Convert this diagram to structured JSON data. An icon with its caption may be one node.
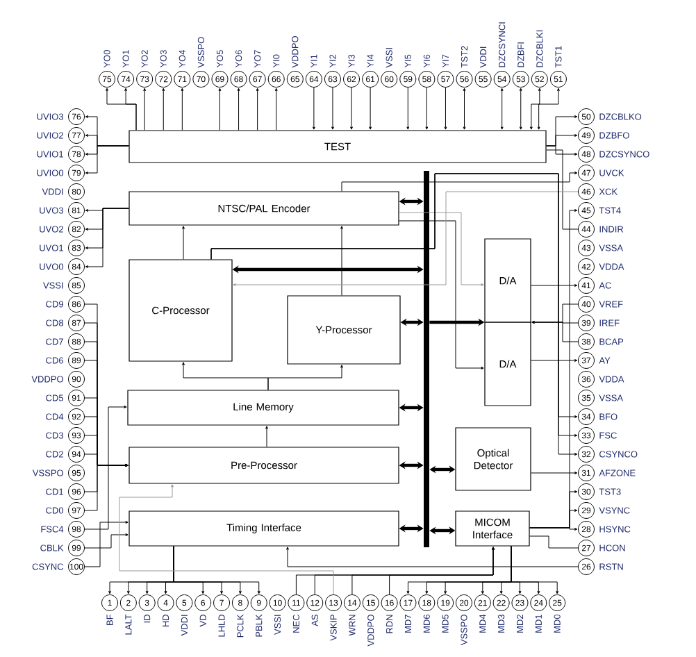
{
  "diagram": {
    "nodes": [
      {
        "text": [
          "TEST"
        ]
      },
      {
        "text": [
          "NTSC/PAL Encoder"
        ]
      },
      {
        "text": [
          "C-Processor"
        ]
      },
      {
        "text": [
          "Y-Processor"
        ]
      },
      {
        "text": [
          "Line Memory"
        ]
      },
      {
        "text": [
          "Pre-Processor"
        ]
      },
      {
        "text": [
          "Timing Interface"
        ]
      },
      {
        "text": [
          "D/A"
        ]
      },
      {
        "text": [
          "D/A"
        ]
      },
      {
        "text": [
          "Optical Detector"
        ]
      },
      {
        "text": [
          "MICOM Interface"
        ]
      },
      {
        "text": [],
        "shape": "bar"
      },
      {
        "text": [
          "1"
        ],
        "beside": [
          "BF"
        ]
      },
      {
        "text": [
          "2"
        ],
        "beside": [
          "LALT"
        ]
      },
      {
        "text": [
          "3"
        ],
        "beside": [
          "ID"
        ]
      },
      {
        "text": [
          "4"
        ],
        "beside": [
          "HD"
        ]
      },
      {
        "text": [
          "5"
        ],
        "beside": [
          "VDDI"
        ]
      },
      {
        "text": [
          "6"
        ],
        "beside": [
          "VD"
        ]
      },
      {
        "text": [
          "7"
        ],
        "beside": [
          "LHLD"
        ]
      },
      {
        "text": [
          "8"
        ],
        "beside": [
          "PCLK"
        ]
      },
      {
        "text": [
          "9"
        ],
        "beside": [
          "PBLK"
        ]
      },
      {
        "text": [
          "10"
        ],
        "beside": [
          "VSSI"
        ]
      },
      {
        "text": [
          "11"
        ],
        "beside": [
          "NEC"
        ]
      },
      {
        "text": [
          "12"
        ],
        "beside": [
          "AS"
        ]
      },
      {
        "text": [
          "13"
        ],
        "beside": [
          "VSKIP"
        ]
      },
      {
        "text": [
          "14"
        ],
        "beside": [
          "WRN"
        ]
      },
      {
        "text": [
          "15"
        ],
        "beside": [
          "VDDPO"
        ]
      },
      {
        "text": [
          "16"
        ],
        "beside": [
          "RDN"
        ]
      },
      {
        "text": [
          "17"
        ],
        "beside": [
          "MD7"
        ]
      },
      {
        "text": [
          "18"
        ],
        "beside": [
          "MD6"
        ]
      },
      {
        "text": [
          "19"
        ],
        "beside": [
          "MD5"
        ]
      },
      {
        "text": [
          "20"
        ],
        "beside": [
          "VSSPO"
        ]
      },
      {
        "text": [
          "21"
        ],
        "beside": [
          "MD4"
        ]
      },
      {
        "text": [
          "22"
        ],
        "beside": [
          "MD3"
        ]
      },
      {
        "text": [
          "23"
        ],
        "beside": [
          "MD2"
        ]
      },
      {
        "text": [
          "24"
        ],
        "beside": [
          "MD1"
        ]
      },
      {
        "text": [
          "25"
        ],
        "beside": [
          "MD0"
        ]
      },
      {
        "text": [
          "26"
        ],
        "beside": [
          "RSTN"
        ]
      },
      {
        "text": [
          "27"
        ],
        "beside": [
          "HCON"
        ]
      },
      {
        "text": [
          "28"
        ],
        "beside": [
          "HSYNC"
        ]
      },
      {
        "text": [
          "29"
        ],
        "beside": [
          "VSYNC"
        ]
      },
      {
        "text": [
          "30"
        ],
        "beside": [
          "TST3"
        ]
      },
      {
        "text": [
          "31"
        ],
        "beside": [
          "AFZONE"
        ]
      },
      {
        "text": [
          "32"
        ],
        "beside": [
          "CSYNCO"
        ]
      },
      {
        "text": [
          "33"
        ],
        "beside": [
          "FSC"
        ]
      },
      {
        "text": [
          "34"
        ],
        "beside": [
          "BFO"
        ]
      },
      {
        "text": [
          "35"
        ],
        "beside": [
          "VSSA"
        ]
      },
      {
        "text": [
          "36"
        ],
        "beside": [
          "VDDA"
        ]
      },
      {
        "text": [
          "37"
        ],
        "beside": [
          "AY"
        ]
      },
      {
        "text": [
          "38"
        ],
        "beside": [
          "BCAP"
        ]
      },
      {
        "text": [
          "39"
        ],
        "beside": [
          "IREF"
        ]
      },
      {
        "text": [
          "40"
        ],
        "beside": [
          "VREF"
        ]
      },
      {
        "text": [
          "41"
        ],
        "beside": [
          "AC"
        ]
      },
      {
        "text": [
          "42"
        ],
        "beside": [
          "VDDA"
        ]
      },
      {
        "text": [
          "43"
        ],
        "beside": [
          "VSSA"
        ]
      },
      {
        "text": [
          "44"
        ],
        "beside": [
          "INDIR"
        ]
      },
      {
        "text": [
          "45"
        ],
        "beside": [
          "TST4"
        ]
      },
      {
        "text": [
          "46"
        ],
        "beside": [
          "XCK"
        ]
      },
      {
        "text": [
          "47"
        ],
        "beside": [
          "UVCK"
        ]
      },
      {
        "text": [
          "48"
        ],
        "beside": [
          "DZCSYNCO"
        ]
      },
      {
        "text": [
          "49"
        ],
        "beside": [
          "DZBFO"
        ]
      },
      {
        "text": [
          "50"
        ],
        "beside": [
          "DZCBLKO"
        ]
      },
      {
        "text": [
          "51"
        ],
        "beside": [
          "TST1"
        ]
      },
      {
        "text": [
          "52"
        ],
        "beside": [
          "DZCBLKI"
        ]
      },
      {
        "text": [
          "53"
        ],
        "beside": [
          "DZBFI"
        ]
      },
      {
        "text": [
          "54"
        ],
        "beside": [
          "DZCSYNCI"
        ]
      },
      {
        "text": [
          "55"
        ],
        "beside": [
          "VDDI"
        ]
      },
      {
        "text": [
          "56"
        ],
        "beside": [
          "TST2"
        ]
      },
      {
        "text": [
          "57"
        ],
        "beside": [
          "YI7"
        ]
      },
      {
        "text": [
          "58"
        ],
        "beside": [
          "YI6"
        ]
      },
      {
        "text": [
          "59"
        ],
        "beside": [
          "YI5"
        ]
      },
      {
        "text": [
          "60"
        ],
        "beside": [
          "VSSI"
        ]
      },
      {
        "text": [
          "61"
        ],
        "beside": [
          "YI4"
        ]
      },
      {
        "text": [
          "62"
        ],
        "beside": [
          "YI3"
        ]
      },
      {
        "text": [
          "63"
        ],
        "beside": [
          "YI2"
        ]
      },
      {
        "text": [
          "64"
        ],
        "beside": [
          "YI1"
        ]
      },
      {
        "text": [
          "65"
        ],
        "beside": [
          "VDDPO"
        ]
      },
      {
        "text": [
          "66"
        ],
        "beside": [
          "YI0"
        ]
      },
      {
        "text": [
          "67"
        ],
        "beside": [
          "YO7"
        ]
      },
      {
        "text": [
          "68"
        ],
        "beside": [
          "YO6"
        ]
      },
      {
        "text": [
          "69"
        ],
        "beside": [
          "YO5"
        ]
      },
      {
        "text": [
          "70"
        ],
        "beside": [
          "VSSPO"
        ]
      },
      {
        "text": [
          "71"
        ],
        "beside": [
          "YO4"
        ]
      },
      {
        "text": [
          "72"
        ],
        "beside": [
          "YO3"
        ]
      },
      {
        "text": [
          "73"
        ],
        "beside": [
          "YO2"
        ]
      },
      {
        "text": [
          "74"
        ],
        "beside": [
          "YO1"
        ]
      },
      {
        "text": [
          "75"
        ],
        "beside": [
          "YO0"
        ]
      },
      {
        "text": [
          "76"
        ],
        "beside": [
          "UVIO3"
        ]
      },
      {
        "text": [
          "77"
        ],
        "beside": [
          "UVIO2"
        ]
      },
      {
        "text": [
          "78"
        ],
        "beside": [
          "UVIO1"
        ]
      },
      {
        "text": [
          "79"
        ],
        "beside": [
          "UVIO0"
        ]
      },
      {
        "text": [
          "80"
        ],
        "beside": [
          "VDDI"
        ]
      },
      {
        "text": [
          "81"
        ],
        "beside": [
          "UVO3"
        ]
      },
      {
        "text": [
          "82"
        ],
        "beside": [
          "UVO2"
        ]
      },
      {
        "text": [
          "83"
        ],
        "beside": [
          "UVO1"
        ]
      },
      {
        "text": [
          "84"
        ],
        "beside": [
          "UVO0"
        ]
      },
      {
        "text": [
          "85"
        ],
        "beside": [
          "VSSI"
        ]
      },
      {
        "text": [
          "86"
        ],
        "beside": [
          "CD9"
        ]
      },
      {
        "text": [
          "87"
        ],
        "beside": [
          "CD8"
        ]
      },
      {
        "text": [
          "88"
        ],
        "beside": [
          "CD7"
        ]
      },
      {
        "text": [
          "89"
        ],
        "beside": [
          "CD6"
        ]
      },
      {
        "text": [
          "90"
        ],
        "beside": [
          "VDDPO"
        ]
      },
      {
        "text": [
          "91"
        ],
        "beside": [
          "CD5"
        ]
      },
      {
        "text": [
          "92"
        ],
        "beside": [
          "CD4"
        ]
      },
      {
        "text": [
          "93"
        ],
        "beside": [
          "CD3"
        ]
      },
      {
        "text": [
          "94"
        ],
        "beside": [
          "CD2"
        ]
      },
      {
        "text": [
          "95"
        ],
        "beside": [
          "VSSPO"
        ]
      },
      {
        "text": [
          "96"
        ],
        "beside": [
          "CD1"
        ]
      },
      {
        "text": [
          "97"
        ],
        "beside": [
          "CD0"
        ]
      },
      {
        "text": [
          "98"
        ],
        "beside": [
          "FSC4"
        ]
      },
      {
        "text": [
          "99"
        ],
        "beside": [
          "CBLK"
        ]
      },
      {
        "text": [
          "100"
        ],
        "beside": [
          "CSYNC"
        ]
      }
    ],
    "edges": [
      {
        "from": 1,
        "to": 11,
        "arrow": "both",
        "style": "thick"
      },
      {
        "from": 2,
        "to": 11,
        "arrow": "both",
        "style": "thick"
      },
      {
        "from": 3,
        "to": 11,
        "arrow": "both",
        "style": "thick"
      },
      {
        "from": 11,
        "to": 7,
        "arrow": "to",
        "style": "thick"
      },
      {
        "from": 4,
        "to": 11,
        "arrow": "both",
        "style": "thick"
      },
      {
        "from": 5,
        "to": 11,
        "arrow": "both",
        "style": "thick"
      },
      {
        "from": 6,
        "to": 11,
        "arrow": "both",
        "style": "thick"
      },
      {
        "from": 11,
        "to": 9,
        "arrow": "both",
        "style": "thick"
      },
      {
        "from": 11,
        "to": 10,
        "arrow": "both",
        "style": "thick"
      },
      {
        "from": 2,
        "to": 1,
        "arrow": "to"
      },
      {
        "from": 3,
        "to": 1,
        "arrow": "to"
      },
      {
        "from": 4,
        "to": 2,
        "arrow": "to"
      },
      {
        "from": 4,
        "to": 3,
        "arrow": "to"
      },
      {
        "from": 5,
        "to": 4,
        "arrow": "to"
      },
      {
        "from": 1,
        "to": 7,
        "arrow": "to",
        "color": "#999999"
      },
      {
        "from": 1,
        "to": 8,
        "arrow": "to"
      },
      {
        "from": 7,
        "to": 52,
        "arrow": "to"
      },
      {
        "from": 8,
        "to": 48,
        "arrow": "to"
      },
      {
        "from": 9,
        "to": 42,
        "arrow": "to"
      },
      {
        "from": 51,
        "to": 7,
        "arrow": "to"
      },
      {
        "from": 50,
        "to": 7,
        "arrow": "to"
      },
      {
        "from": 49,
        "to": 7,
        "arrow": "to"
      },
      {
        "from": 0,
        "to": 86,
        "arrow": "to"
      },
      {
        "from": 0,
        "to": 85,
        "arrow": "to"
      },
      {
        "from": 0,
        "to": 84,
        "arrow": "to"
      },
      {
        "from": 0,
        "to": 83,
        "arrow": "to"
      },
      {
        "from": 0,
        "to": 82,
        "arrow": "to"
      },
      {
        "from": 0,
        "to": 80,
        "arrow": "to"
      },
      {
        "from": 0,
        "to": 79,
        "arrow": "to"
      },
      {
        "from": 0,
        "to": 78,
        "arrow": "to"
      },
      {
        "from": 0,
        "to": 77,
        "arrow": "to"
      },
      {
        "from": 75,
        "to": 0,
        "arrow": "to"
      },
      {
        "from": 74,
        "to": 0,
        "arrow": "to"
      },
      {
        "from": 73,
        "to": 0,
        "arrow": "to"
      },
      {
        "from": 72,
        "to": 0,
        "arrow": "to"
      },
      {
        "from": 70,
        "to": 0,
        "arrow": "to"
      },
      {
        "from": 69,
        "to": 0,
        "arrow": "to"
      },
      {
        "from": 68,
        "to": 0,
        "arrow": "to"
      },
      {
        "from": 67,
        "to": 0,
        "arrow": "both"
      },
      {
        "from": 65,
        "to": 0,
        "arrow": "both"
      },
      {
        "from": 64,
        "to": 0,
        "arrow": "both"
      },
      {
        "from": 63,
        "to": 0,
        "arrow": "both"
      },
      {
        "from": 62,
        "to": 0,
        "arrow": "both"
      },
      {
        "from": 0,
        "to": 61,
        "arrow": "to"
      },
      {
        "from": 0,
        "to": 60,
        "arrow": "to"
      },
      {
        "from": 0,
        "to": 59,
        "arrow": "to"
      },
      {
        "from": 55,
        "to": 0,
        "arrow": "none"
      },
      {
        "from": 1,
        "to": 58,
        "arrow": "to"
      },
      {
        "from": 57,
        "to": 2,
        "arrow": "to",
        "color": "#999999"
      },
      {
        "from": 10,
        "to": 56,
        "arrow": "to"
      },
      {
        "from": 10,
        "to": 41,
        "arrow": "to"
      },
      {
        "from": 10,
        "to": 40,
        "arrow": "to"
      },
      {
        "from": 10,
        "to": 39,
        "arrow": "to"
      },
      {
        "from": 38,
        "to": 10,
        "arrow": "none"
      },
      {
        "from": 37,
        "to": 6,
        "arrow": "to"
      },
      {
        "from": 2,
        "to": 45,
        "arrow": "to"
      },
      {
        "from": 2,
        "to": 44,
        "arrow": "to"
      },
      {
        "from": 2,
        "to": 43,
        "arrow": "to"
      },
      {
        "from": 0,
        "to": 87,
        "arrow": "to"
      },
      {
        "from": 0,
        "to": 88,
        "arrow": "to"
      },
      {
        "from": 0,
        "to": 89,
        "arrow": "to"
      },
      {
        "from": 0,
        "to": 90,
        "arrow": "to"
      },
      {
        "from": 1,
        "to": 92,
        "arrow": "to"
      },
      {
        "from": 1,
        "to": 93,
        "arrow": "to"
      },
      {
        "from": 1,
        "to": 94,
        "arrow": "to"
      },
      {
        "from": 1,
        "to": 95,
        "arrow": "to"
      },
      {
        "from": 97,
        "to": 5,
        "arrow": "to"
      },
      {
        "from": 98,
        "to": 5,
        "arrow": "to"
      },
      {
        "from": 99,
        "to": 5,
        "arrow": "to"
      },
      {
        "from": 100,
        "to": 5,
        "arrow": "to"
      },
      {
        "from": 102,
        "to": 5,
        "arrow": "to"
      },
      {
        "from": 103,
        "to": 5,
        "arrow": "to"
      },
      {
        "from": 104,
        "to": 5,
        "arrow": "to"
      },
      {
        "from": 105,
        "to": 5,
        "arrow": "to"
      },
      {
        "from": 107,
        "to": 5,
        "arrow": "to"
      },
      {
        "from": 108,
        "to": 5,
        "arrow": "to"
      },
      {
        "from": 109,
        "to": 4,
        "arrow": "to"
      },
      {
        "from": 110,
        "to": 6,
        "arrow": "to"
      },
      {
        "from": 111,
        "to": 6,
        "arrow": "to"
      },
      {
        "from": 6,
        "to": 12,
        "arrow": "to"
      },
      {
        "from": 6,
        "to": 13,
        "arrow": "to"
      },
      {
        "from": 6,
        "to": 14,
        "arrow": "to"
      },
      {
        "from": 6,
        "to": 15,
        "arrow": "to"
      },
      {
        "from": 6,
        "to": 17,
        "arrow": "to"
      },
      {
        "from": 6,
        "to": 18,
        "arrow": "to"
      },
      {
        "from": 6,
        "to": 19,
        "arrow": "to"
      },
      {
        "from": 6,
        "to": 20,
        "arrow": "to"
      },
      {
        "from": 22,
        "to": 10,
        "arrow": "to"
      },
      {
        "from": 23,
        "to": 10,
        "arrow": "to"
      },
      {
        "from": 25,
        "to": 10,
        "arrow": "to"
      },
      {
        "from": 27,
        "to": 10,
        "arrow": "to"
      },
      {
        "from": 24,
        "to": 5,
        "arrow": "to",
        "color": "#999999"
      },
      {
        "from": 10,
        "to": 28,
        "arrow": "to"
      },
      {
        "from": 10,
        "to": 29,
        "arrow": "to"
      },
      {
        "from": 10,
        "to": 30,
        "arrow": "to"
      },
      {
        "from": 10,
        "to": 32,
        "arrow": "to"
      },
      {
        "from": 10,
        "to": 33,
        "arrow": "to"
      },
      {
        "from": 10,
        "to": 34,
        "arrow": "to"
      },
      {
        "from": 10,
        "to": 35,
        "arrow": "to"
      },
      {
        "from": 10,
        "to": 36,
        "arrow": "to"
      }
    ]
  }
}
